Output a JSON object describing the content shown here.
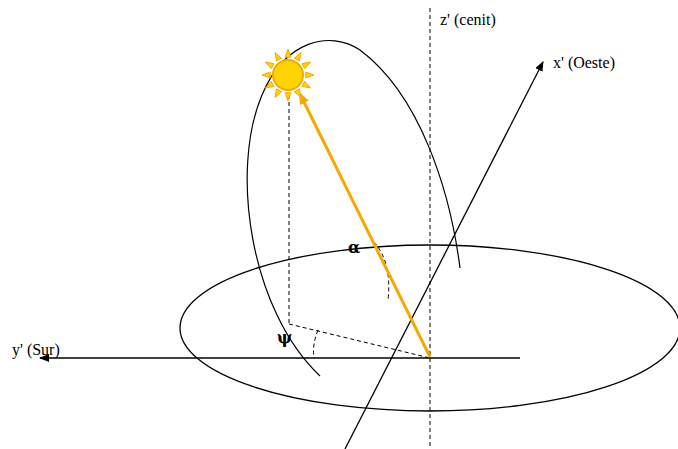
{
  "diagram": {
    "labels": [
      "z' (cenit)",
      "x' (Oeste)",
      "y' (Sur)",
      "α",
      "ψ"
    ]
  }
}
